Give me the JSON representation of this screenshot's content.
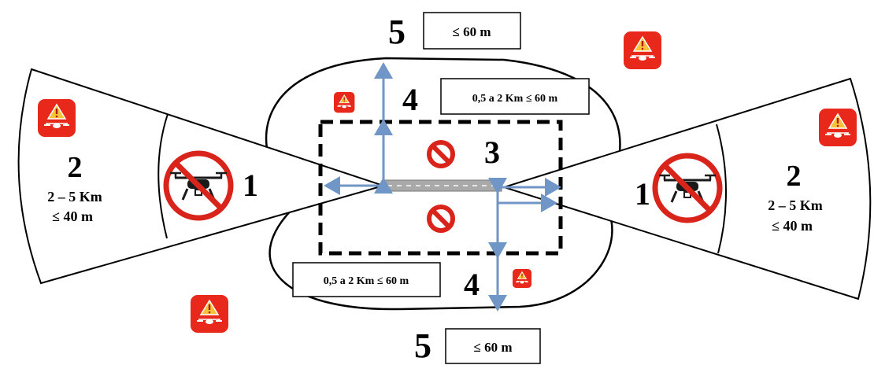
{
  "colors": {
    "arrow": "#6f96c6",
    "warning_bg": "#e8281b",
    "warning_triangle": "#f6c23a",
    "prohibit": "#d9241c",
    "runway": "#a9a9a9",
    "line": "#000000"
  },
  "zones": {
    "zone5_top": {
      "number": "5",
      "limit": "≤ 60 m"
    },
    "zone5_bottom": {
      "number": "5",
      "limit": "≤ 60 m"
    },
    "zone4_top": {
      "number": "4",
      "limit": "0,5 a 2 Km ≤ 60 m"
    },
    "zone4_bottom": {
      "number": "4",
      "limit": "0,5 a 2 Km ≤ 60 m"
    },
    "zone3": {
      "number": "3"
    },
    "zone2_left": {
      "number": "2",
      "distance": "2 – 5 Km",
      "limit": "≤ 40 m"
    },
    "zone2_right": {
      "number": "2",
      "distance": "2 – 5 Km",
      "limit": "≤ 40 m"
    },
    "zone1_left": {
      "number": "1"
    },
    "zone1_right": {
      "number": "1"
    }
  },
  "icons": {
    "warning": "drone-warning-icon",
    "no_drone": "no-drone-icon",
    "prohibited": "prohibited-icon"
  }
}
